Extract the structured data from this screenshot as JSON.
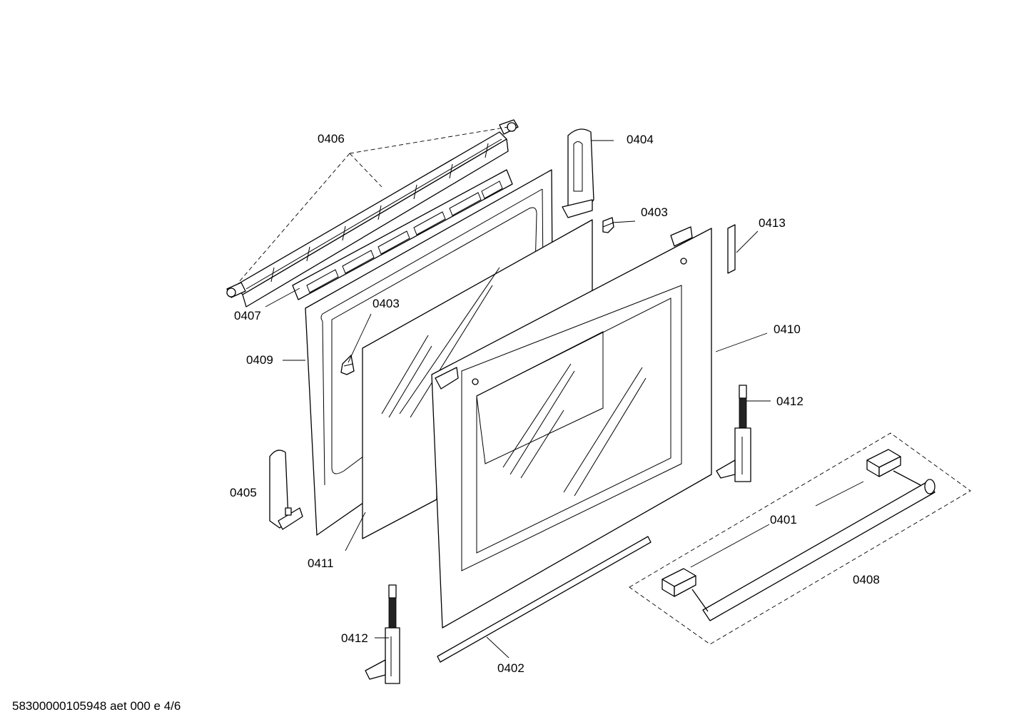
{
  "callouts": {
    "c0406": "0406",
    "c0404": "0404",
    "c0403a": "0403",
    "c0413": "0413",
    "c0407": "0407",
    "c0403b": "0403",
    "c0409": "0409",
    "c0410": "0410",
    "c0412a": "0412",
    "c0405": "0405",
    "c0401": "0401",
    "c0411": "0411",
    "c0408": "0408",
    "c0412b": "0412",
    "c0402": "0402"
  },
  "footer": "58300000105948 aet 000 e 4/6"
}
